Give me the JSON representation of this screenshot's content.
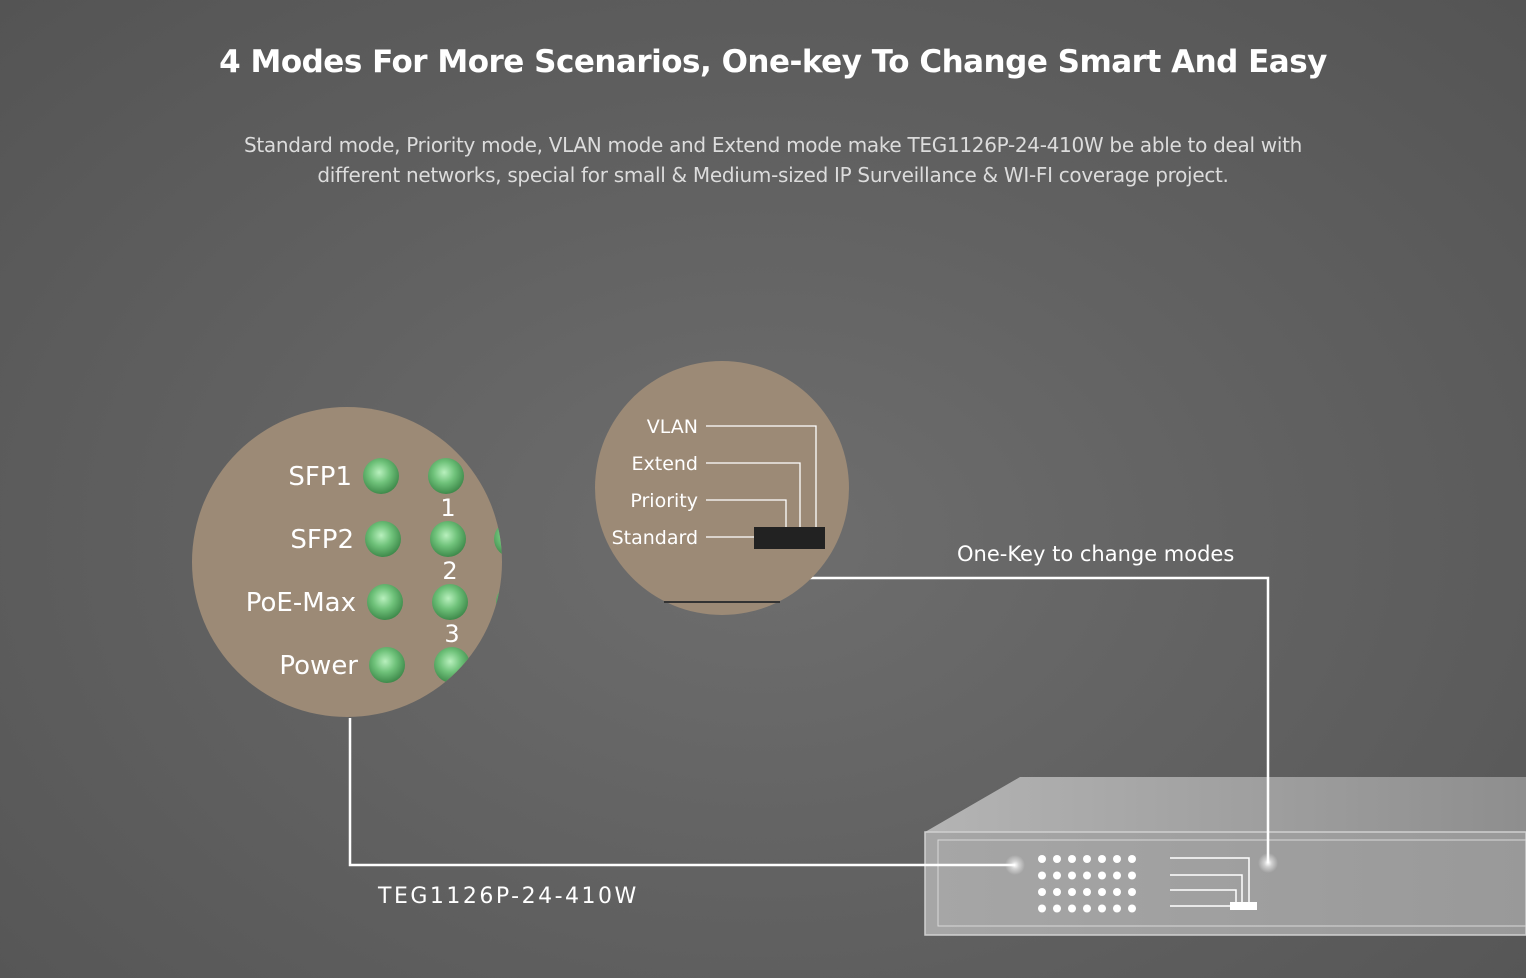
{
  "header": {
    "title": "4 Modes For More Scenarios, One-key To Change Smart And Easy",
    "description": "Standard mode, Priority mode, VLAN mode and Extend mode make TEG1126P-24-410W be able to deal with different networks, special for small & Medium-sized IP Surveillance & WI-FI coverage project."
  },
  "led_panel": {
    "labels": [
      "SFP1",
      "SFP2",
      "PoE-Max",
      "Power"
    ],
    "port_numbers": [
      "1",
      "2",
      "3"
    ],
    "led_color": "#6fc27a"
  },
  "mode_panel": {
    "modes": [
      "VLAN",
      "Extend",
      "Priority",
      "Standard"
    ]
  },
  "callouts": {
    "one_key": "One-Key to change modes",
    "model": "TEG1126P-24-410W"
  },
  "colors": {
    "circle": "#9c8a76",
    "switch": "#a8a8a8"
  }
}
